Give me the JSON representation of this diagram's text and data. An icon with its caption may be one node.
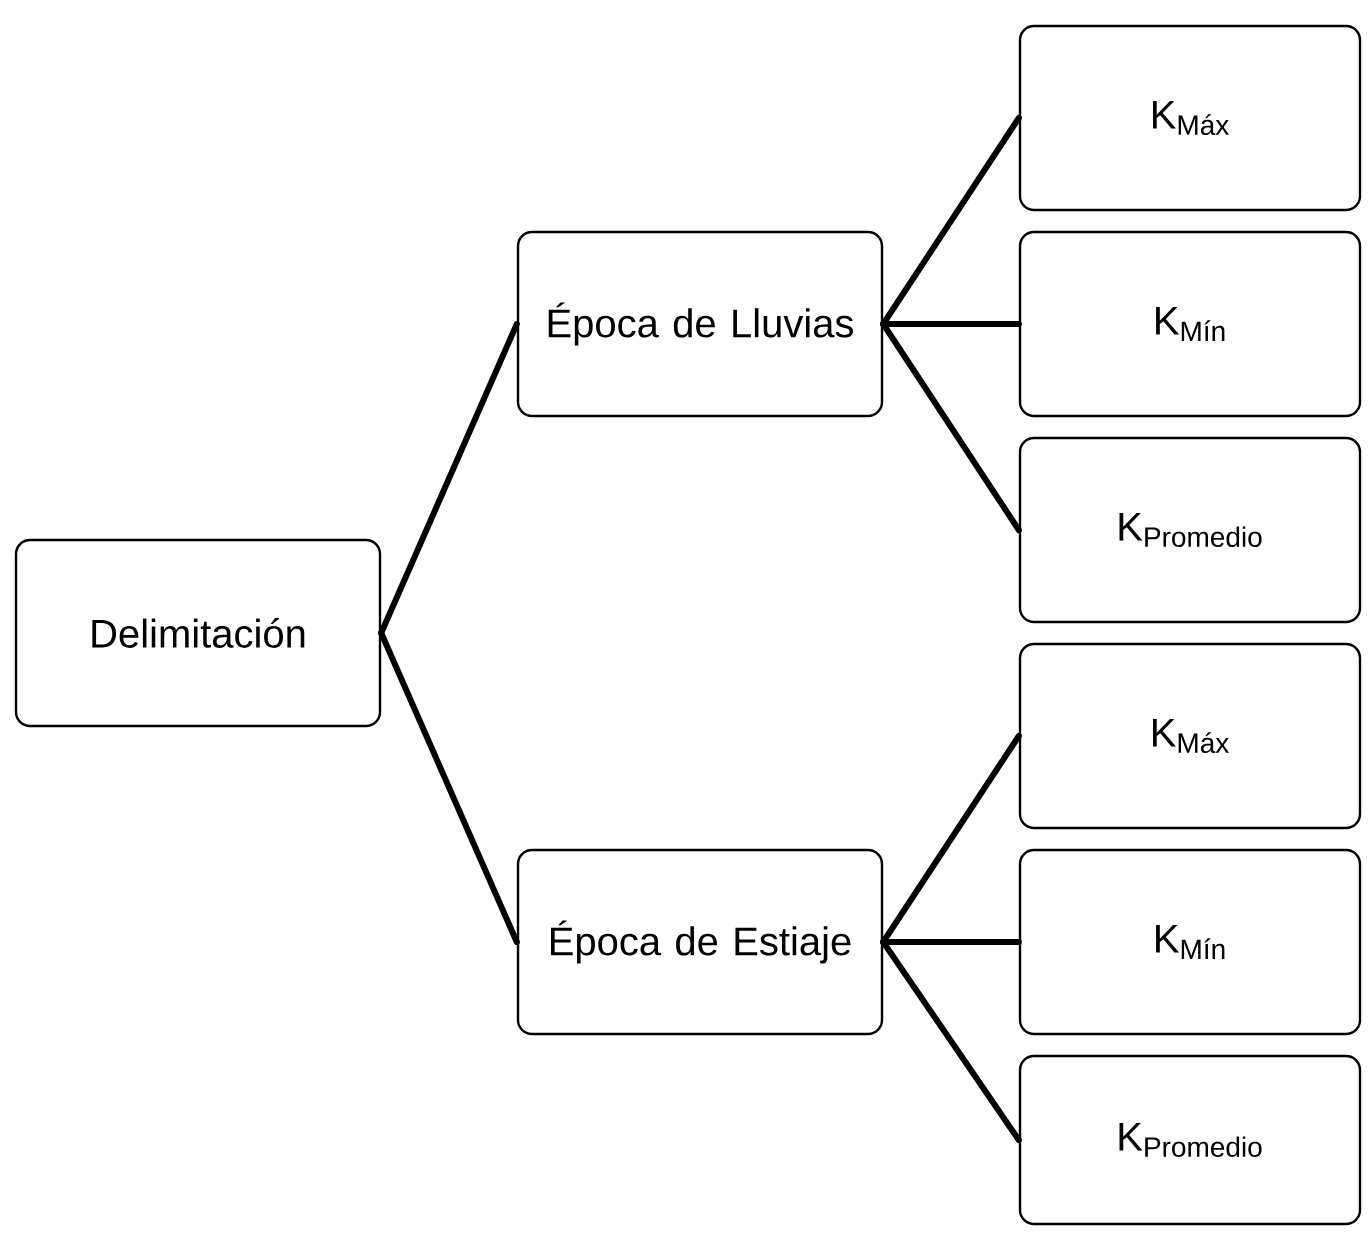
{
  "diagram": {
    "nodes": [
      {
        "text": [
          "Delimitación"
        ]
      },
      {
        "text": [
          "Época de Lluvias"
        ]
      },
      {
        "text": [
          "K$_{Máx}$"
        ]
      },
      {
        "text": [
          "K$_{Mín}$"
        ]
      },
      {
        "text": [
          "K$_{Promedio}$"
        ]
      },
      {
        "text": [
          "Época de Estiaje"
        ]
      },
      {
        "text": [
          "K$_{Máx}$"
        ]
      },
      {
        "text": [
          "K$_{Mín}$"
        ]
      },
      {
        "text": [
          "K$_{Promedio}$"
        ]
      }
    ],
    "edges": [
      {
        "from": 0,
        "to": 1,
        "arrow": "none"
      },
      {
        "from": 1,
        "to": 2,
        "arrow": "none"
      },
      {
        "from": 1,
        "to": 3,
        "arrow": "none"
      },
      {
        "from": 1,
        "to": 4,
        "arrow": "none"
      },
      {
        "from": 0,
        "to": 5,
        "arrow": "none"
      },
      {
        "from": 5,
        "to": 6,
        "arrow": "none"
      },
      {
        "from": 5,
        "to": 7,
        "arrow": "none"
      },
      {
        "from": 5,
        "to": 8,
        "arrow": "none"
      }
    ]
  }
}
